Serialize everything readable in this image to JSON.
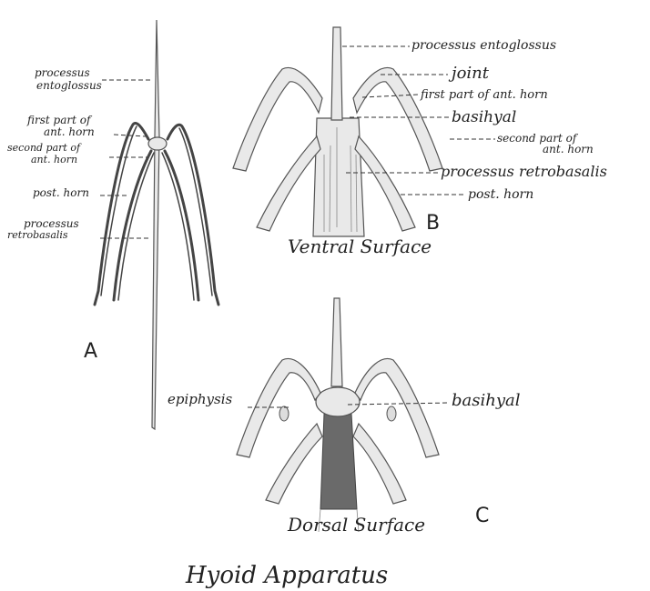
{
  "figure": {
    "title": "Hyoid Apparatus"
  },
  "panel_a": {
    "letter": "A",
    "labels": {
      "entoglossus_1": "processus",
      "entoglossus_2": "entoglossus",
      "first_part_1": "first part of",
      "first_part_2": "ant. horn",
      "second_part_1": "second part of",
      "second_part_2": "ant. horn",
      "post_horn": "post. horn",
      "retrobasalis_1": "processus",
      "retrobasalis_2": "retrobasalis"
    }
  },
  "panel_b": {
    "letter": "B",
    "caption": "Ventral Surface",
    "labels": {
      "entoglossus": "processus entoglossus",
      "joint": "joint",
      "first_part": "first part of ant. horn",
      "basihyal": "basihyal",
      "second_part_1": "second part of",
      "second_part_2": "ant. horn",
      "retrobasalis": "processus retrobasalis",
      "post_horn": "post. horn"
    }
  },
  "panel_c": {
    "letter": "C",
    "caption": "Dorsal Surface",
    "labels": {
      "epiphysis": "epiphysis",
      "basihyal": "basihyal"
    }
  }
}
